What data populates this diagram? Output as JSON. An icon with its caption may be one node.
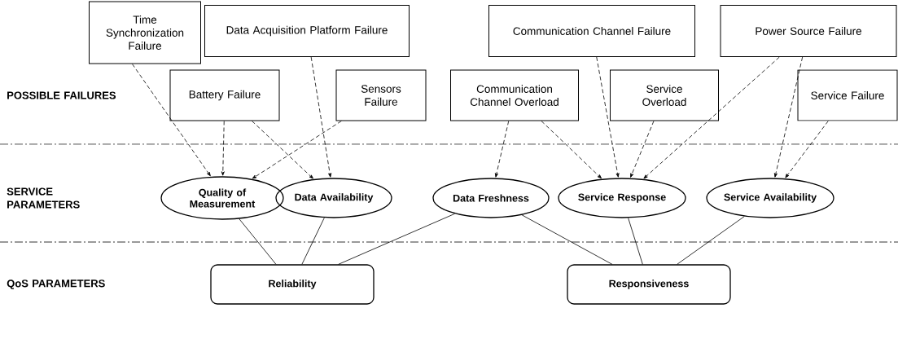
{
  "diagram": {
    "nodes": [
      {
        "text": [
          "Time Synchronization Failure"
        ]
      },
      {
        "text": [
          "Data Acquisition Platform Failure"
        ]
      },
      {
        "text": [
          "Communication Channel Failure"
        ]
      },
      {
        "text": [
          "Power Source Failure"
        ]
      },
      {
        "text": [
          "Battery Failure"
        ]
      },
      {
        "text": [
          "Sensors Failure"
        ]
      },
      {
        "text": [
          "Communication Channel Overload"
        ]
      },
      {
        "text": [
          "Service Overload"
        ]
      },
      {
        "text": [
          "Service Failure"
        ]
      },
      {
        "text": [
          "Quality of Measurement"
        ]
      },
      {
        "text": [
          "Data Availability"
        ]
      },
      {
        "text": [
          "Data Freshness"
        ]
      },
      {
        "text": [
          "Service Response"
        ]
      },
      {
        "text": [
          "Service Availability"
        ]
      },
      {
        "text": [
          "Reliability"
        ]
      },
      {
        "text": [
          "Responsiveness"
        ]
      }
    ],
    "edges": [
      {
        "from": 0,
        "to": 9,
        "arrow": "to",
        "style": "dashed"
      },
      {
        "from": 4,
        "to": 9,
        "arrow": "to",
        "style": "dashed"
      },
      {
        "from": 4,
        "to": 10,
        "arrow": "to",
        "style": "dashed"
      },
      {
        "from": 5,
        "to": 9,
        "arrow": "to",
        "style": "dashed"
      },
      {
        "from": 1,
        "to": 10,
        "arrow": "to",
        "style": "dashed"
      },
      {
        "from": 6,
        "to": 11,
        "arrow": "to",
        "style": "dashed"
      },
      {
        "from": 6,
        "to": 12,
        "arrow": "to",
        "style": "dashed"
      },
      {
        "from": 2,
        "to": 12,
        "arrow": "to",
        "style": "dashed"
      },
      {
        "from": 7,
        "to": 12,
        "arrow": "to",
        "style": "dashed"
      },
      {
        "from": 3,
        "to": 12,
        "arrow": "to",
        "style": "dashed"
      },
      {
        "from": 3,
        "to": 13,
        "arrow": "to",
        "style": "dashed"
      },
      {
        "from": 8,
        "to": 13,
        "arrow": "to",
        "style": "dashed"
      },
      {
        "from": 9,
        "to": 14,
        "arrow": "none"
      },
      {
        "from": 10,
        "to": 14,
        "arrow": "none"
      },
      {
        "from": 11,
        "to": 14,
        "arrow": "none"
      },
      {
        "from": 11,
        "to": 15,
        "arrow": "none"
      },
      {
        "from": 12,
        "to": 15,
        "arrow": "none"
      },
      {
        "from": 13,
        "to": 15,
        "arrow": "none"
      }
    ],
    "labels": [
      "POSSIBLE FAILURES",
      "SERVICE PARAMETERS",
      "QoS PARAMETERS"
    ]
  }
}
